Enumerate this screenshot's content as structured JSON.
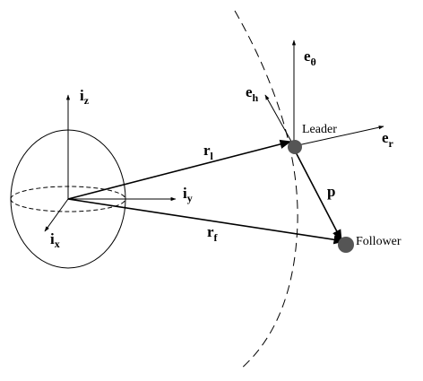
{
  "labels": {
    "iz": {
      "main": "i",
      "sub": "z"
    },
    "iy": {
      "main": "i",
      "sub": "y"
    },
    "ix": {
      "main": "i",
      "sub": "x"
    },
    "rl": {
      "main": "r",
      "sub": "l"
    },
    "rf": {
      "main": "r",
      "sub": "f"
    },
    "p": {
      "main": "p"
    },
    "etheta": {
      "main": "e",
      "sub": "θ"
    },
    "eh": {
      "main": "e",
      "sub": "h"
    },
    "er": {
      "main": "e",
      "sub": "r"
    },
    "leader": "Leader",
    "follower": "Follower"
  },
  "colors": {
    "line": "#000000",
    "body_fill": "#555555"
  }
}
